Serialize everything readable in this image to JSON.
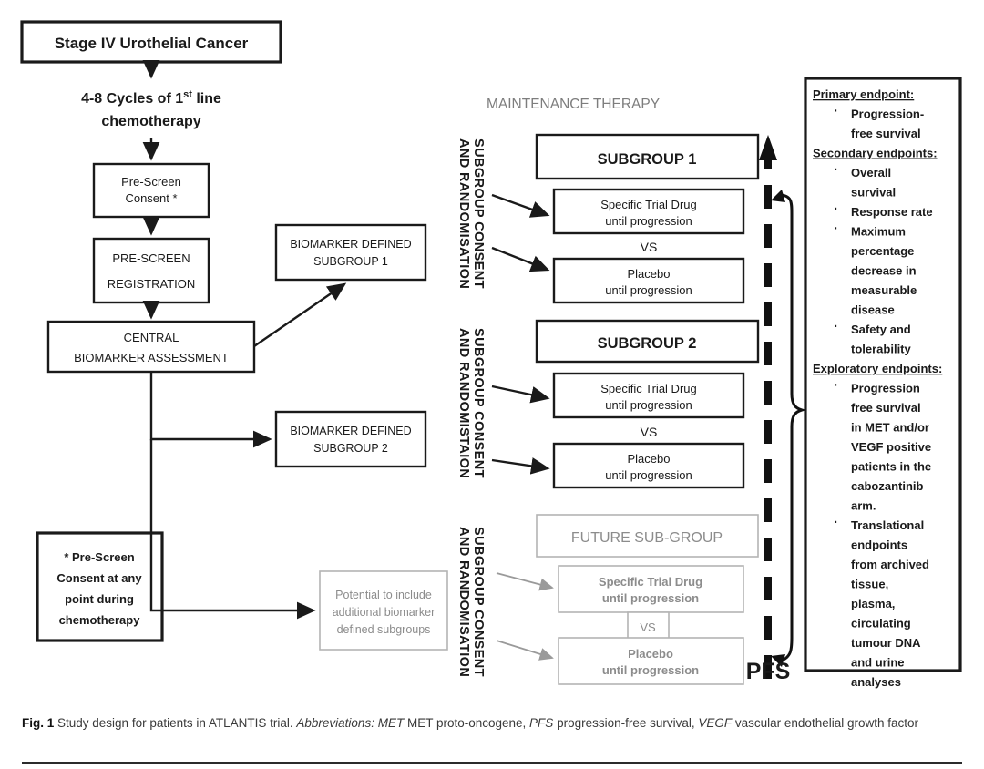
{
  "figure": {
    "entry_box": "Stage IV Urothelial Cancer",
    "chemo_line1": "4-8 Cycles of 1",
    "chemo_sup": "st",
    "chemo_line1b": " line",
    "chemo_line2": "chemotherapy",
    "prescreen_consent_l1": "Pre-Screen",
    "prescreen_consent_l2": "Consent *",
    "prescreen_reg_l1": "PRE-SCREEN",
    "prescreen_reg_l2": "REGISTRATION",
    "central_l1": "CENTRAL",
    "central_l2": "BIOMARKER  ASSESSMENT",
    "footnote_l1": "* Pre-Screen",
    "footnote_l2": "Consent at any",
    "footnote_l3": "point during",
    "footnote_l4": "chemotherapy",
    "biomarker1_l1": "BIOMARKER  DEFINED",
    "biomarker1_l2": "SUBGROUP 1",
    "biomarker2_l1": "BIOMARKER  DEFINED",
    "biomarker2_l2": "SUBGROUP 2",
    "future_l1": "Potential to include",
    "future_l2": "additional biomarker",
    "future_l3": "defined subgroups",
    "maintenance_header": "MAINTENANCE THERAPY",
    "pfs_label": "PFS",
    "vertical_labels": [
      {
        "line1": "SUBGROUP CONSENT",
        "line2": "AND RANDOMISATION"
      },
      {
        "line1": "SUBGROUP CONSENT",
        "line2": "AND RANDOMISTAION"
      },
      {
        "line1": "SUBGROUP CONSENT",
        "line2": "AND RANDOMISATION"
      }
    ],
    "arms": [
      {
        "title": "SUBGROUP 1",
        "drug_l1": "Specific Trial Drug",
        "drug_l2": "until progression",
        "vs": "VS",
        "placebo_l1": "Placebo",
        "placebo_l2": "until progression",
        "style": "solid"
      },
      {
        "title": "SUBGROUP 2",
        "drug_l1": "Specific Trial Drug",
        "drug_l2": "until progression",
        "vs": "VS",
        "placebo_l1": "Placebo",
        "placebo_l2": "until progression",
        "style": "solid"
      },
      {
        "title": "FUTURE SUB-GROUP",
        "drug_l1": "Specific Trial Drug",
        "drug_l2": "until progression",
        "vs": "VS",
        "placebo_l1": "Placebo",
        "placebo_l2": "until progression",
        "style": "grey"
      }
    ]
  },
  "endpoints": {
    "primary_heading": "Primary endpoint:",
    "primary_items": [
      "Progression-",
      "free survival"
    ],
    "secondary_heading": "Secondary endpoints:",
    "secondary_items": [
      [
        "Overall",
        "survival"
      ],
      [
        "Response rate"
      ],
      [
        "Maximum",
        "percentage",
        "decrease in",
        "measurable",
        "disease"
      ],
      [
        "Safety and",
        "tolerability"
      ]
    ],
    "exploratory_heading": "Exploratory endpoints:",
    "exploratory_items": [
      [
        "Progression",
        "free survival",
        "in MET and/or",
        "VEGF positive",
        "patients in the",
        "cabozantinib",
        "arm."
      ],
      [
        "Translational",
        "endpoints",
        "from archived",
        "tissue,",
        "plasma,",
        "circulating",
        "tumour DNA",
        "and urine",
        "analyses"
      ]
    ]
  },
  "caption": {
    "fig_label": "Fig. 1",
    "text_1": " Study design for patients in ATLANTIS trial. ",
    "abbrev_label": "Abbreviations:",
    "text_2": " ",
    "met": "MET",
    "met_def": " MET proto-oncogene, ",
    "pfs": "PFS",
    "pfs_def": " progression-free survival, ",
    "vegf": "VEGF",
    "vegf_def": " vascular endothelial growth factor"
  }
}
